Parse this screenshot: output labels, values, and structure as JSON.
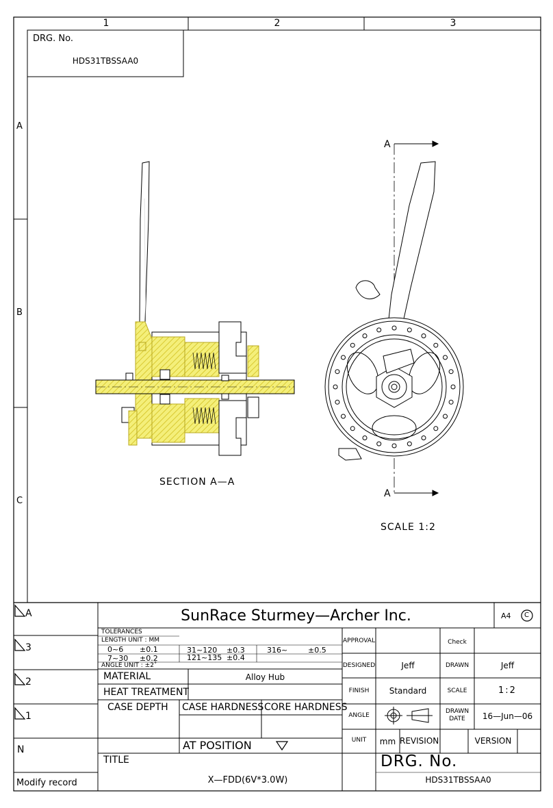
{
  "frame": {
    "columns": [
      "1",
      "2",
      "3"
    ],
    "rows": [
      "A",
      "B",
      "C"
    ],
    "revision_symbols": [
      "A",
      "3",
      "2",
      "1",
      "N"
    ],
    "modify_record": "Modify record"
  },
  "drg_box": {
    "label": "DRG. No.",
    "number": "HDS31TBSSAA0"
  },
  "views": {
    "section_label": "SECTION A—A",
    "cut_mark": "A",
    "scale_label": "SCALE 1:2"
  },
  "title_block": {
    "company": "SunRace Sturmey—Archer Inc.",
    "paper_size": "A4",
    "copyright_symbol": "C",
    "tolerances": {
      "title": "TOLERANCES",
      "length_unit": "LENGTH UNIT : MM",
      "rows": [
        {
          "range": "0~6",
          "tol": "±0.1"
        },
        {
          "range": "7~30",
          "tol": "±0.2"
        },
        {
          "range": "31~120",
          "tol": "±0.3"
        },
        {
          "range": "121~135",
          "tol": "±0.4"
        },
        {
          "range": "316~",
          "tol": "±0.5"
        }
      ],
      "angle_unit": "ANGLE UNIT : ±2˚"
    },
    "material": {
      "label": "MATERIAL",
      "value": "Alloy Hub"
    },
    "heat_treatment": {
      "label": "HEAT TREATMENT"
    },
    "case_depth": {
      "label": "CASE DEPTH"
    },
    "case_hardness": {
      "label": "CASE HARDNESS"
    },
    "core_hardness": {
      "label": "CORE HARDNESS"
    },
    "at_position": {
      "label": "AT POSITION"
    },
    "title": {
      "label": "TITLE",
      "value": "X—FDD(6V*3.0W)"
    },
    "approval": {
      "label": "APPROVAL"
    },
    "check": {
      "label": "Check"
    },
    "designed": {
      "label": "DESIGNED",
      "value": "Jeff"
    },
    "drawn": {
      "label": "DRAWN",
      "value": "Jeff"
    },
    "finish": {
      "label": "FINISH",
      "value": "Standard"
    },
    "scale": {
      "label": "SCALE",
      "value": "1:2"
    },
    "angle": {
      "label": "ANGLE"
    },
    "drawn_date": {
      "label_1": "DRAWN",
      "label_2": "DATE",
      "value": "16—Jun—06"
    },
    "unit": {
      "label": "UNIT",
      "value": "mm"
    },
    "revision": {
      "label": "REVISION"
    },
    "version": {
      "label": "VERSION"
    },
    "drg_no": {
      "label": "DRG. No.",
      "value": "HDS31TBSSAA0"
    }
  },
  "colors": {
    "line": "#000000",
    "highlight": "#e8e24a",
    "paper": "#ffffff"
  }
}
